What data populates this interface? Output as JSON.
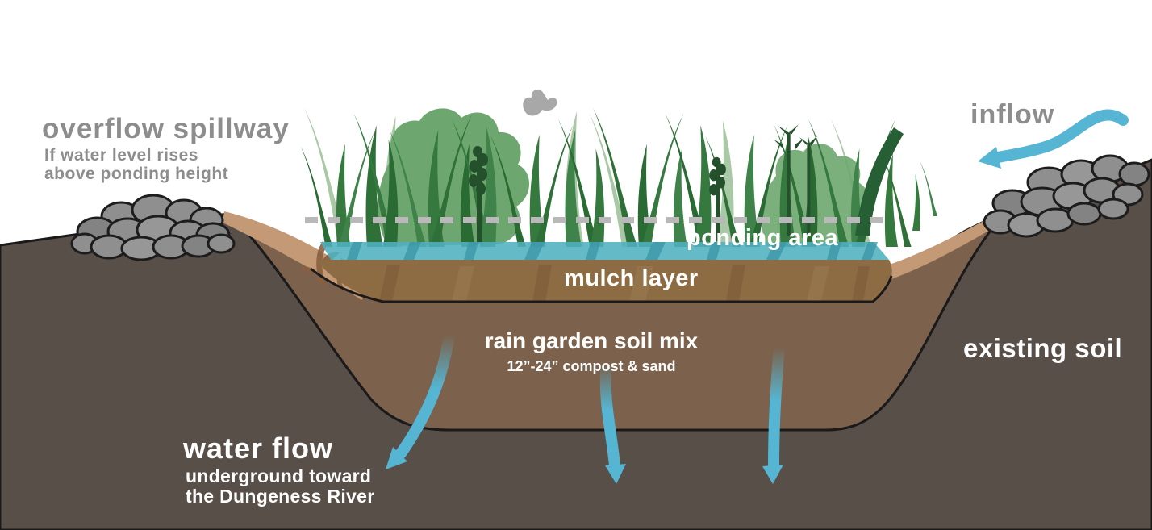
{
  "diagram": {
    "title_context": "rain garden cross-section",
    "labels": {
      "overflow_spillway": {
        "title": "overflow spillway",
        "subtitle_line1": "If water level rises",
        "subtitle_line2": "above ponding height"
      },
      "inflow": {
        "title": "inflow"
      },
      "ponding_area": {
        "title": "ponding area"
      },
      "mulch_layer": {
        "title": "mulch layer"
      },
      "rain_garden_soil_mix": {
        "title": "rain garden soil mix",
        "subtitle": "12”-24” compost & sand"
      },
      "existing_soil": {
        "title": "existing soil"
      },
      "water_flow": {
        "title": "water flow",
        "subtitle_line1": "underground toward",
        "subtitle_line2": "the Dungeness River"
      }
    },
    "icons": {
      "inflow-arrow-icon": "curved blue arrow pointing into basin",
      "water-flow-arrow-icon": "blue arrows seeping downward into soil",
      "ponding-height-dashed-line": "gray dashed line marking ponding height",
      "rock-pile-icon": "gray rock piles on both berms",
      "butterfly-icon": "gray butterfly above plants",
      "grass-plants-icon": "green rain-garden vegetation"
    },
    "colors": {
      "existing_soil": "#594f49",
      "soil_mix": "#7c614c",
      "mulch": "#8d6c44",
      "sand_band": "#c49976",
      "water": "#4fb0bf",
      "water_shadow": "#3b95a6",
      "grass_dark": "#2a6a33",
      "grass_mid": "#35793f",
      "grass_light": "#6da76f",
      "grass_pale": "#a9c8a5",
      "rock": "#8f8f8f",
      "arrow_blue": "#55b5d2",
      "label_gray": "#8d8d8d",
      "dashed_line": "#b9b9b9",
      "outline": "#1a1a1a"
    }
  }
}
